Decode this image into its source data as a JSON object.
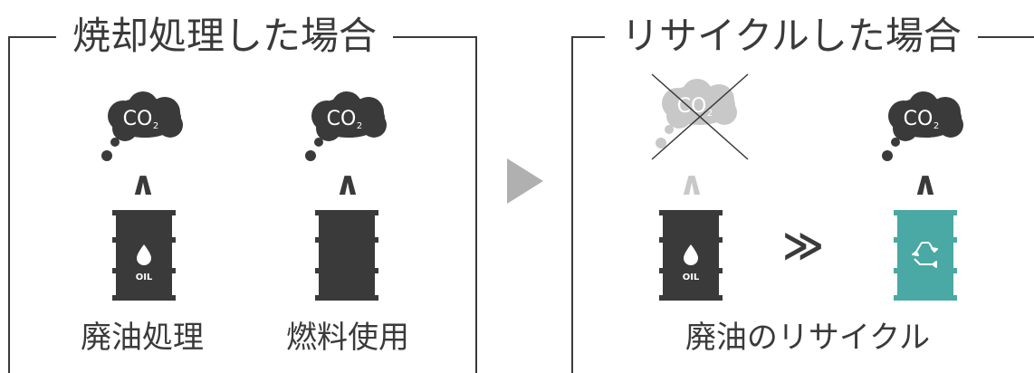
{
  "panels": {
    "left": {
      "title": "焼却処理した場合",
      "items": [
        {
          "label": "廃油処理",
          "cloud_text": "CO",
          "cloud_sub": "2",
          "comparator": "∧",
          "drum_text": "OIL"
        },
        {
          "label": "燃料使用",
          "cloud_text": "CO",
          "cloud_sub": "2",
          "comparator": "∧"
        }
      ]
    },
    "right": {
      "title": "リサイクルした場合",
      "label": "廃油のリサイクル",
      "items": [
        {
          "cloud_text": "CO",
          "cloud_sub": "2",
          "comparator": "∧",
          "drum_text": "OIL",
          "crossed_out": true
        },
        {
          "cloud_text": "CO",
          "cloud_sub": "2",
          "comparator": "∧"
        }
      ],
      "between": "≫"
    }
  },
  "colors": {
    "dark": "#3a3a3a",
    "faded": "#c8c8c8",
    "teal": "#4aa9a4",
    "arrow": "#b0b0b0"
  },
  "icons": [
    "co2-cloud-icon",
    "oil-drum-icon",
    "plain-drum-icon",
    "recycle-drum-icon",
    "play-arrow-icon",
    "cross-out-icon"
  ]
}
